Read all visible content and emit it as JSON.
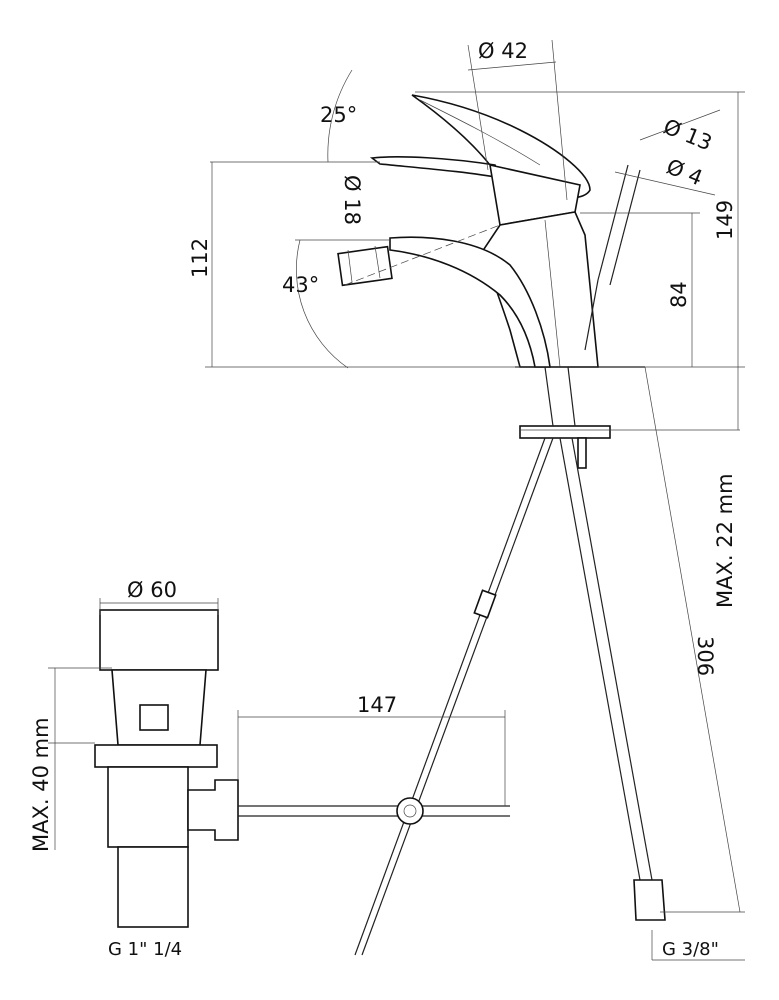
{
  "drawing": {
    "faucet": {
      "spout_diameter": "Ø 42",
      "lever_angle": "25°",
      "hose_outer_diameter": "Ø 13",
      "hose_inner_diameter": "Ø 4",
      "aerator_diameter": "Ø 18",
      "height_total_spout": "112",
      "spout_angle": "43°",
      "height_total": "149",
      "height_outlet": "84",
      "max_deck_thickness": "MAX. 22 mm",
      "hose_length": "306",
      "hose_connection": "G 3/8\""
    },
    "waste": {
      "plug_diameter": "Ø 60",
      "max_basin_thickness": "MAX. 40 mm",
      "rod_length": "147",
      "thread": "G 1\" 1/4"
    }
  }
}
